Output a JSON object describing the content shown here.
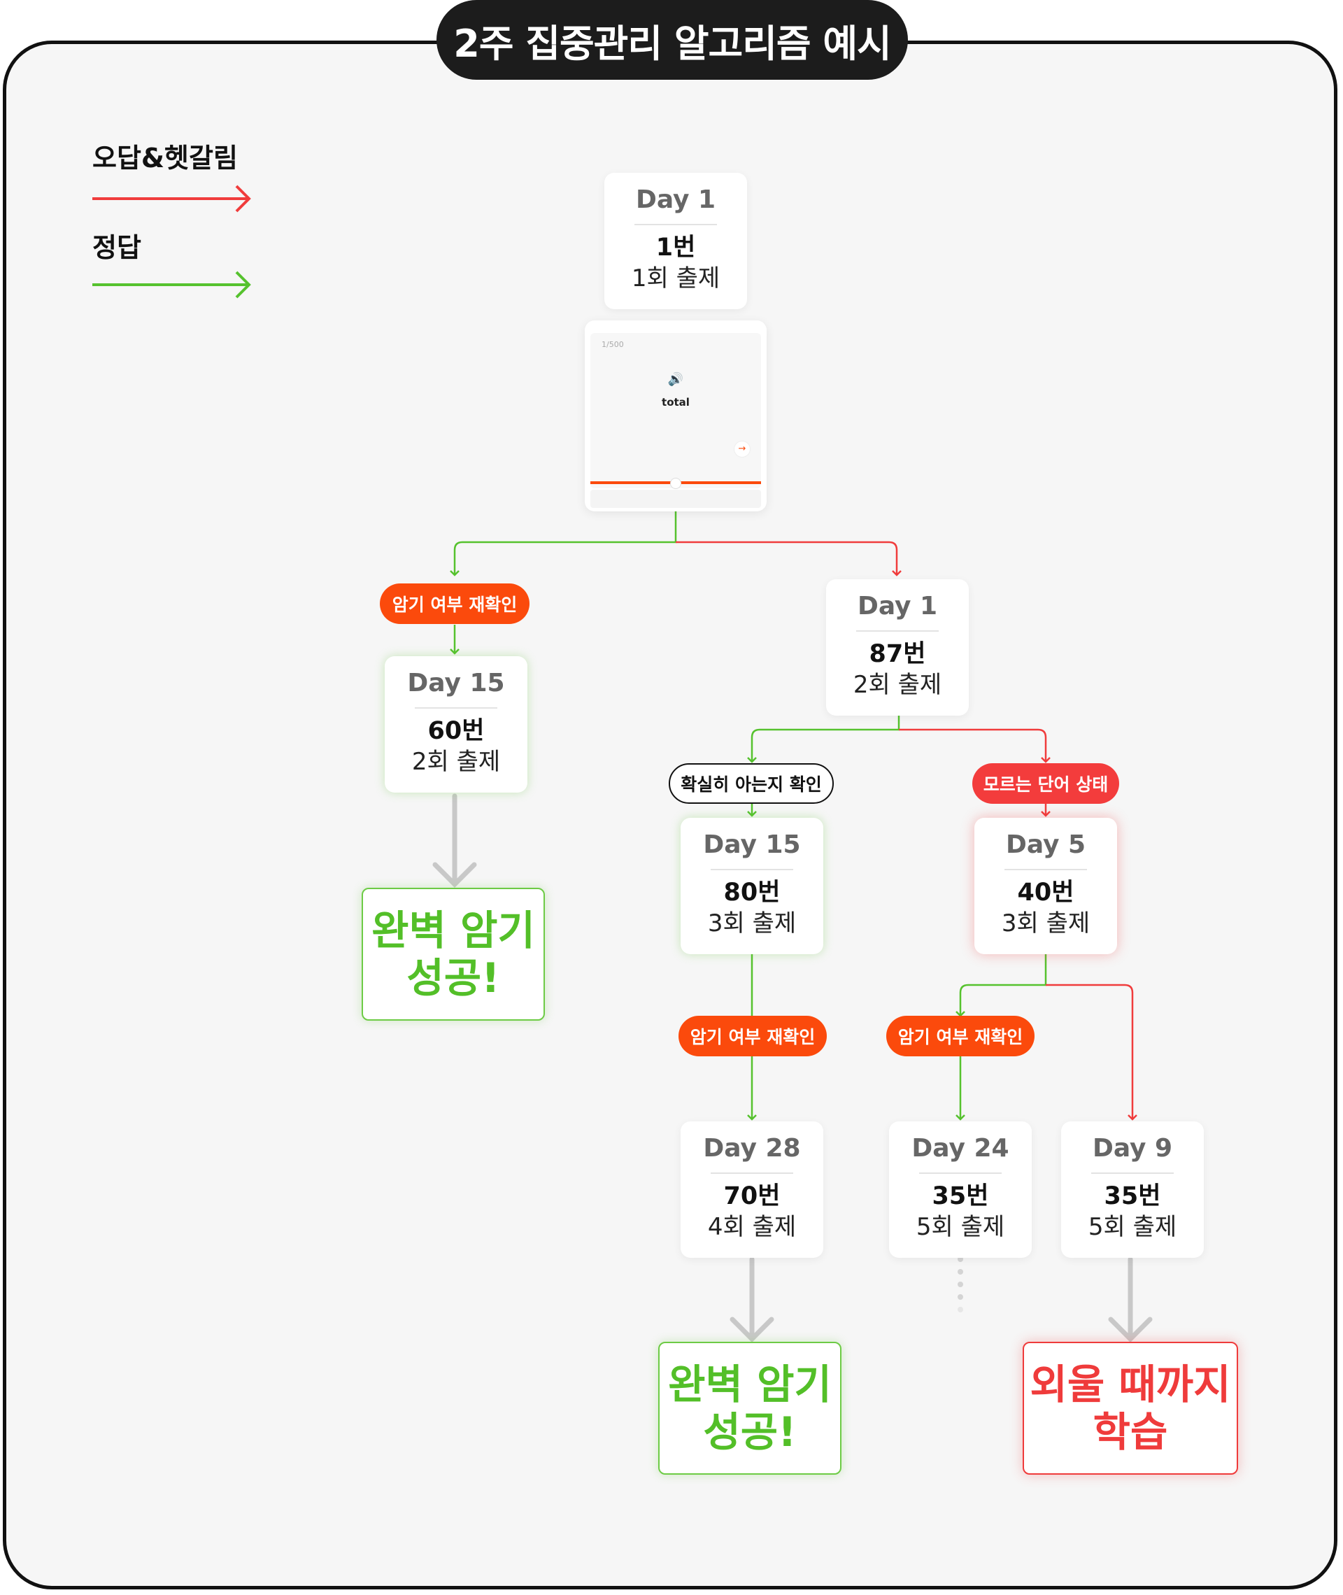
{
  "title": "2주 집중관리 알고리즘 예시",
  "legend": [
    {
      "label": "오답&헷갈림",
      "color": "#f03c3c"
    },
    {
      "label": "정답",
      "color": "#56c22e"
    }
  ],
  "nodes": {
    "n1": {
      "day": "Day 1",
      "num": "1번",
      "count": "1회 출제"
    },
    "n2": {
      "day": "Day 15",
      "num": "60번",
      "count": "2회 출제"
    },
    "n3": {
      "day": "Day 1",
      "num": "87번",
      "count": "2회 출제"
    },
    "n4": {
      "day": "Day 15",
      "num": "80번",
      "count": "3회 출제"
    },
    "n5": {
      "day": "Day 5",
      "num": "40번",
      "count": "3회 출제"
    },
    "n6": {
      "day": "Day 28",
      "num": "70번",
      "count": "4회 출제"
    },
    "n7": {
      "day": "Day 24",
      "num": "35번",
      "count": "5회 출제"
    },
    "n8": {
      "day": "Day 9",
      "num": "35번",
      "count": "5회 출제"
    }
  },
  "pills": {
    "p1": "암기 여부 재확인",
    "p2": "확실히 아는지 확인",
    "p3": "모르는 단어 상태",
    "p4": "암기 여부 재확인",
    "p5": "암기 여부 재확인"
  },
  "results": {
    "r1": {
      "line1": "완벽 암기",
      "line2": "성공!"
    },
    "r2": {
      "line1": "완벽 암기",
      "line2": "성공!"
    },
    "r3": {
      "line1": "외울 때까지",
      "line2": "학습"
    }
  },
  "card": {
    "counter": "1/500",
    "speaker": "🔊",
    "word": "total",
    "next": "→",
    "progress": 0.5
  },
  "colors": {
    "wrong": "#f03c3c",
    "correct": "#56c22e",
    "accent": "#fb4a0c",
    "gray_arrow": "#c8c8c8"
  }
}
